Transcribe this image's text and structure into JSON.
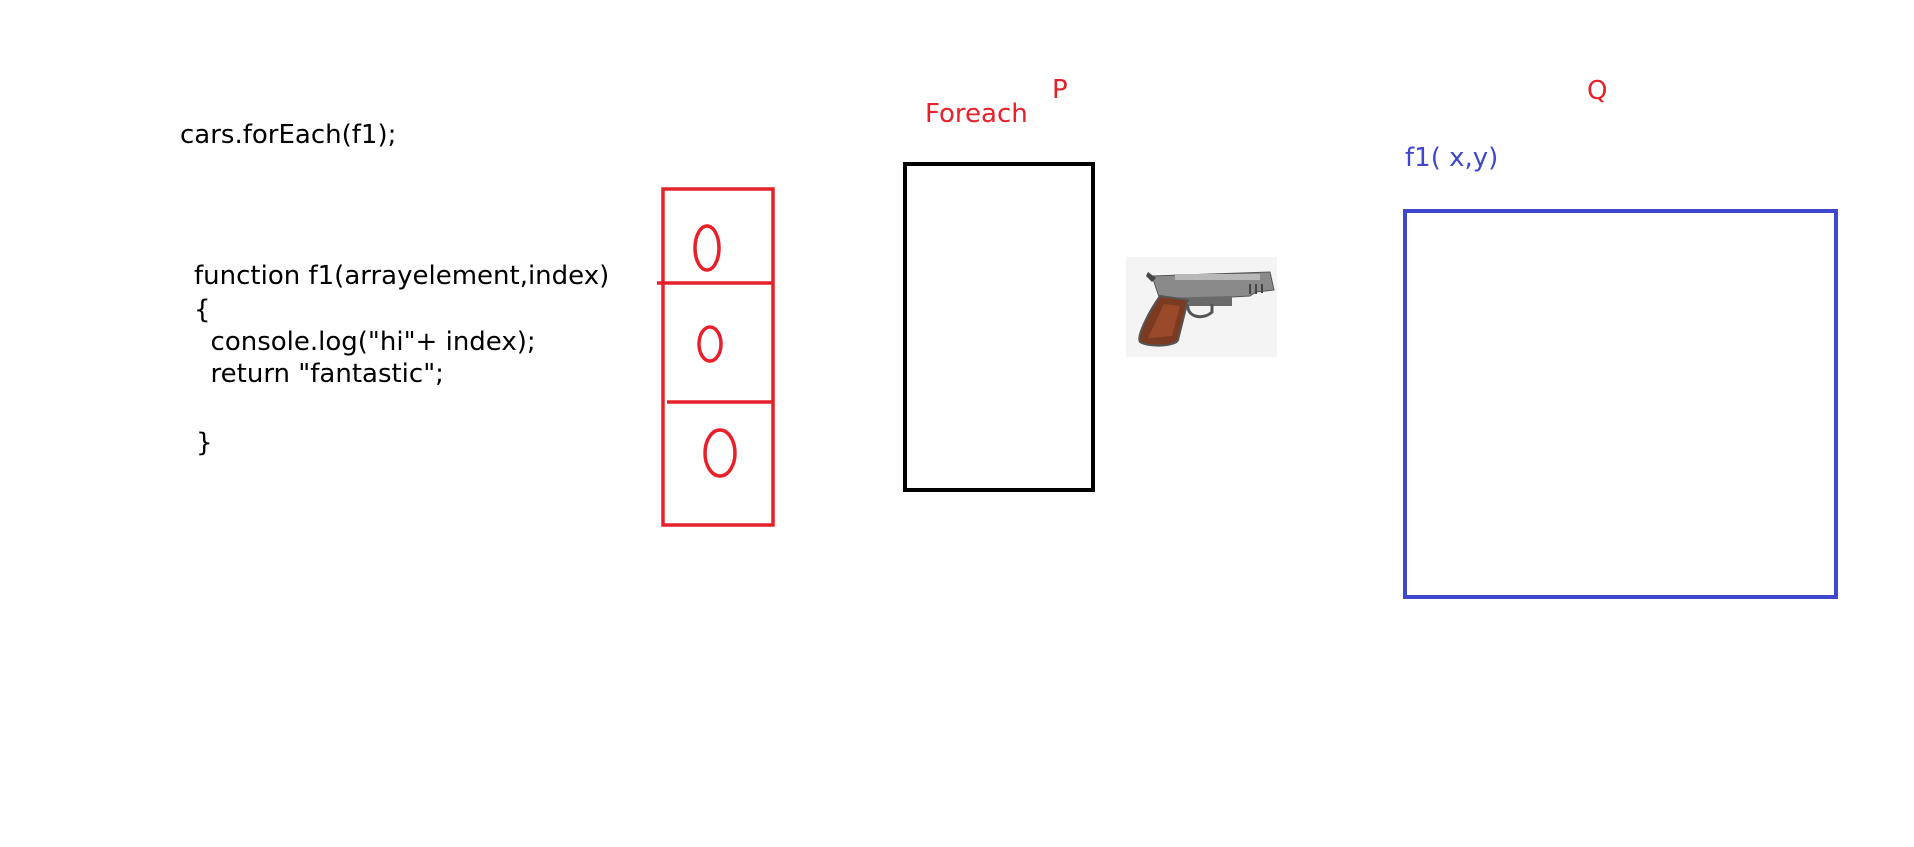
{
  "code": {
    "call": "cars.forEach(f1);",
    "lines": [
      "function f1(arrayelement,index)",
      "{",
      "  console.log(\"hi\"+ index);",
      "  return \"fantastic\";",
      "}"
    ]
  },
  "array_box": {
    "values": [
      "0",
      "0",
      "0"
    ]
  },
  "labels": {
    "foreach": "Foreach",
    "p": "P",
    "q": "Q",
    "f1_signature": "f1( x,y)"
  },
  "colors": {
    "red": "#e8202a",
    "blue": "#3f48cc",
    "black": "#000000"
  },
  "icons": {
    "pistol": "pistol-icon"
  }
}
